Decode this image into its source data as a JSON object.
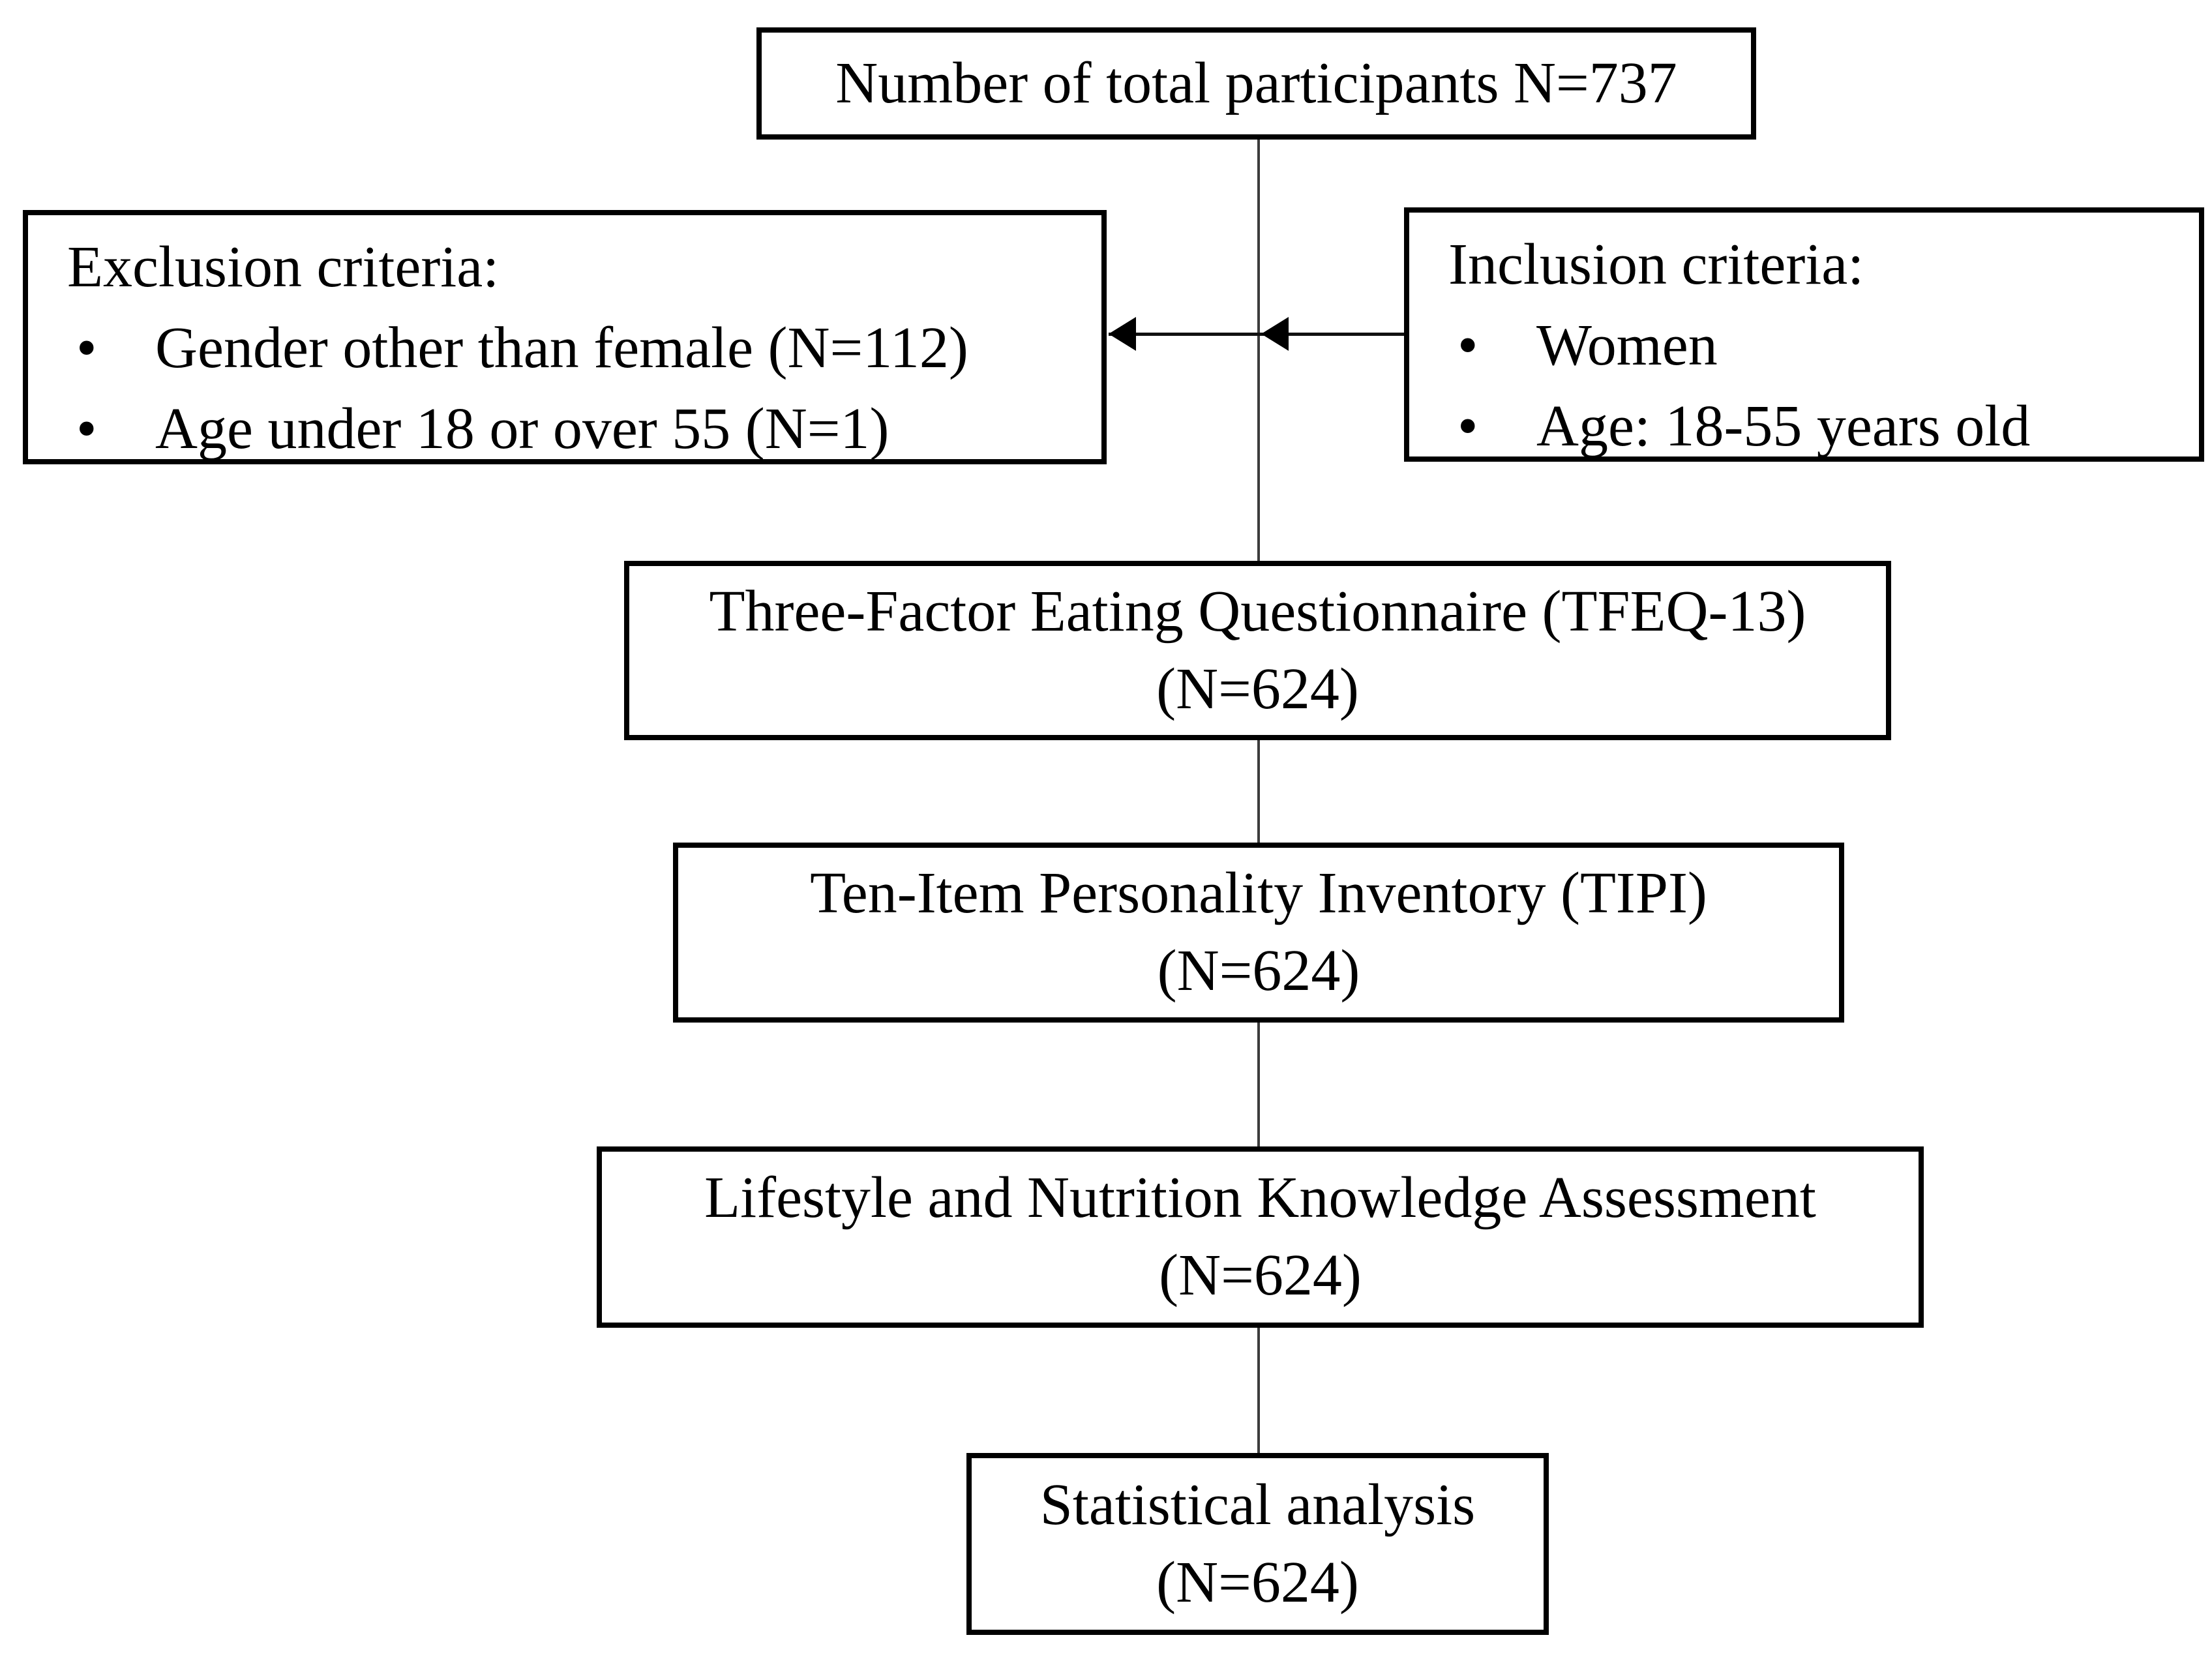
{
  "flow": {
    "bullet": "•",
    "total": {
      "text": "Number of total participants N=737"
    },
    "exclusion": {
      "heading": "Exclusion criteria:",
      "items": [
        "Gender other than female (N=112)",
        "Age under 18 or over 55 (N=1)"
      ]
    },
    "inclusion": {
      "heading": "Inclusion criteria:",
      "items": [
        "Women",
        "Age: 18-55 years old"
      ]
    },
    "steps": {
      "tfeq": {
        "title": "Three-Factor Eating Questionnaire (TFEQ-13)",
        "count": "(N=624)"
      },
      "tipi": {
        "title": "Ten-Item Personality Inventory (TIPI)",
        "count": "(N=624)"
      },
      "lifestyle": {
        "title": "Lifestyle and Nutrition Knowledge Assessment",
        "count": "(N=624)"
      },
      "stats": {
        "title": "Statistical analysis",
        "count": "(N=624)"
      }
    },
    "colors": {
      "line": "#000000",
      "text": "#000000",
      "background": "#ffffff"
    }
  }
}
